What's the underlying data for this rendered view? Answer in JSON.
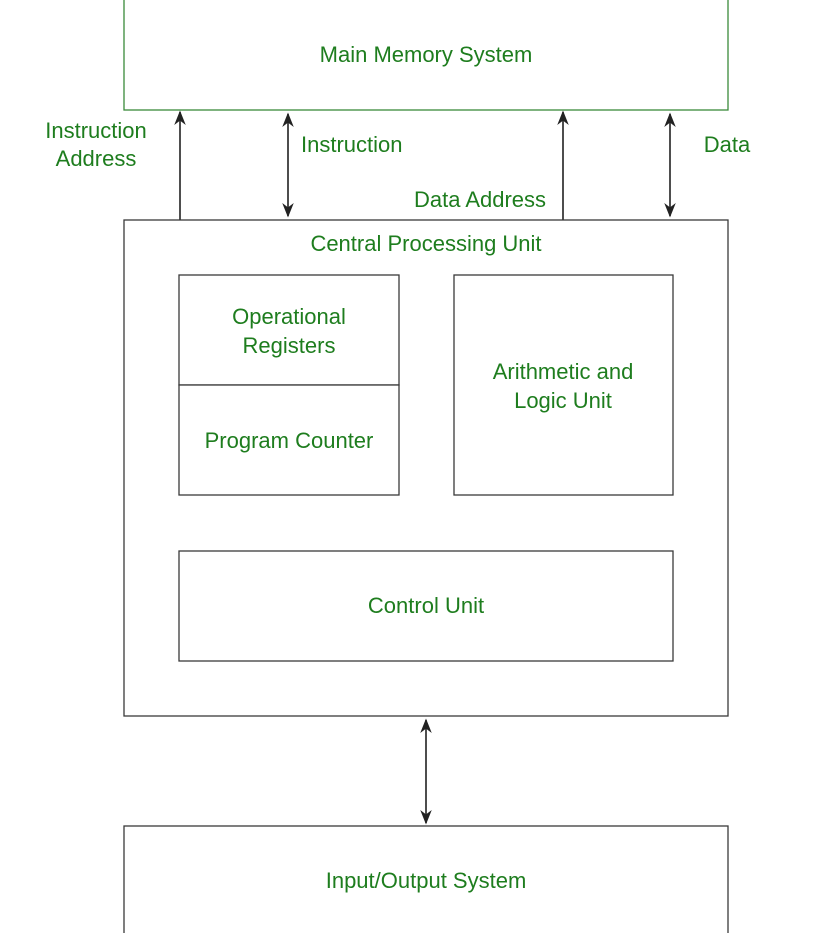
{
  "colors": {
    "text": "#1e7d1e",
    "box_stroke": "#3a3a3a",
    "memory_stroke": "#3a8a3a",
    "arrow": "#222222"
  },
  "memory": {
    "label": "Main Memory System"
  },
  "links": {
    "instruction_address": {
      "line1": "Instruction",
      "line2": "Address"
    },
    "instruction": "Instruction",
    "data_address": "Data Address",
    "data": "Data"
  },
  "cpu": {
    "label": "Central Processing Unit",
    "operational_registers": {
      "line1": "Operational",
      "line2": "Registers"
    },
    "program_counter": "Program Counter",
    "alu": {
      "line1": "Arithmetic and",
      "line2": "Logic Unit"
    },
    "control_unit": "Control Unit"
  },
  "io": {
    "label": "Input/Output System"
  }
}
